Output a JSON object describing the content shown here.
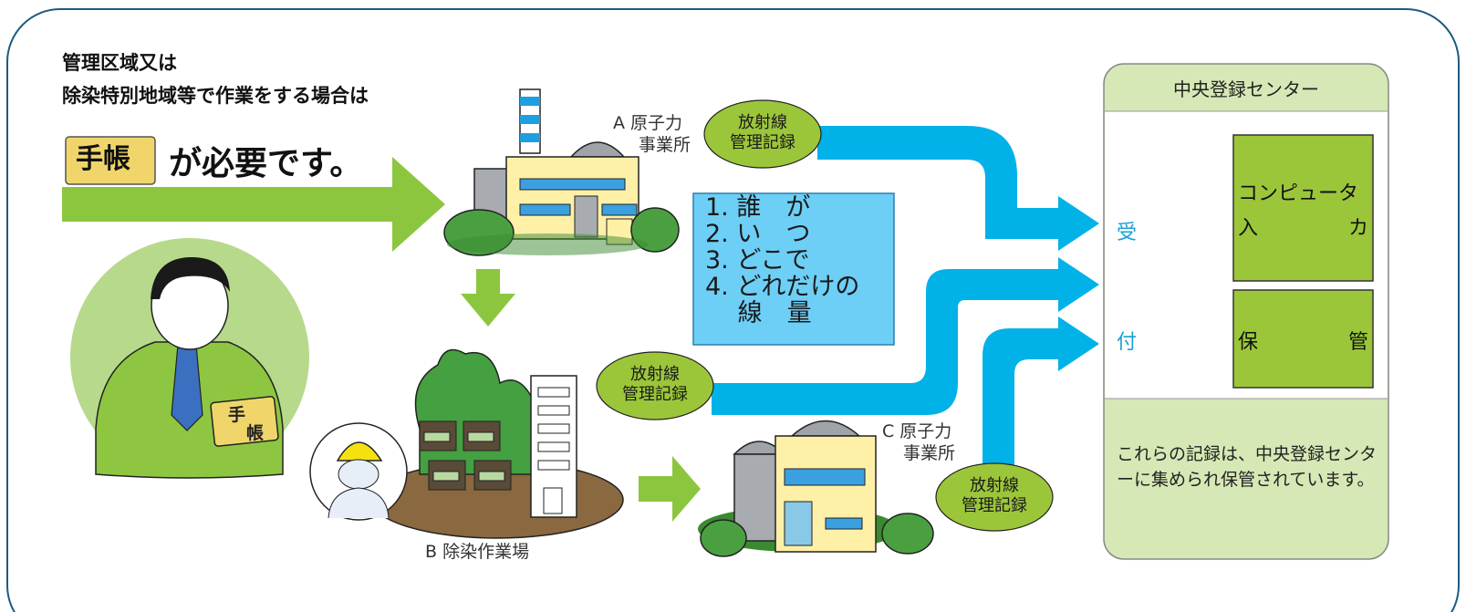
{
  "header": {
    "line1": "管理区域又は",
    "line2": "除染特別地域等で作業をする場合は",
    "card_label": "手帳",
    "headline": "が必要です。"
  },
  "sites": {
    "a_line1": "A 原子力",
    "a_line2": "事業所",
    "b_label": "B 除染作業場",
    "c_line1": "C 原子力",
    "c_line2": "事業所"
  },
  "badges": {
    "line1": "放射線",
    "line2": "管理記録"
  },
  "steps": [
    "1.  誰　が",
    "2.  い　つ",
    "3.  どこで",
    "4.  どれだけの",
    "　  線　量"
  ],
  "center": {
    "title": "中央登録センター",
    "reception_1": "受",
    "reception_2": "付",
    "computer_line1": "コンピュータ",
    "computer_left": "入",
    "computer_right": "カ",
    "storage_left": "保",
    "storage_right": "管",
    "note": "これらの記録は、中央登録センターに集められ保管されています。"
  },
  "person_card": {
    "char1": "手",
    "char2": "帳"
  },
  "colors": {
    "frame": "#1e5a82",
    "panel": "#d6e8b5",
    "box_green": "#9cc63a",
    "arrow_blue": "#00b2e8",
    "arrow_green": "#8cc63f",
    "info_box": "#6dcff6",
    "circle_bg": "#b7d98b"
  }
}
